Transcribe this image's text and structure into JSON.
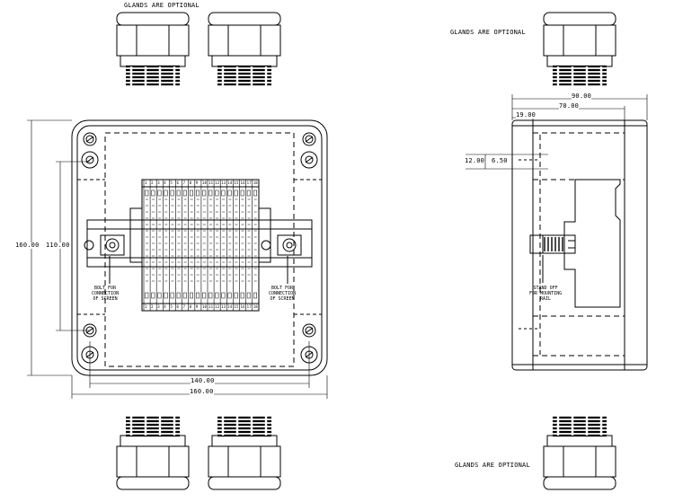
{
  "notes": {
    "glands_optional_top_front": "GLANDS ARE OPTIONAL",
    "glands_optional_top_side": "GLANDS ARE OPTIONAL",
    "glands_optional_bottom_side": "GLANDS ARE OPTIONAL",
    "bolt_left": "BOLT FOR\nCONNECTION\nOF SCREEN",
    "bolt_right": "BOLT FOR\nCONNECTION\nOF SCREEN",
    "stand_off": "STAND OFF\nFOR MOUNTING\nRAIL"
  },
  "front_view": {
    "dim_width_outer": "160.00",
    "dim_width_inner": "140.00",
    "dim_height_outer": "160.00",
    "dim_height_inner": "110.00",
    "terminal_numbers": [
      "1",
      "2",
      "3",
      "4",
      "5",
      "6",
      "7",
      "8",
      "9",
      "10",
      "11",
      "12",
      "13",
      "14",
      "15",
      "16",
      "17",
      "18"
    ]
  },
  "side_view": {
    "dim_depth_total": "90.00",
    "dim_depth_inner": "70.00",
    "dim_lid": "19.00",
    "dim_standoff_height": "12.00",
    "dim_standoff_offset": "6.50"
  }
}
